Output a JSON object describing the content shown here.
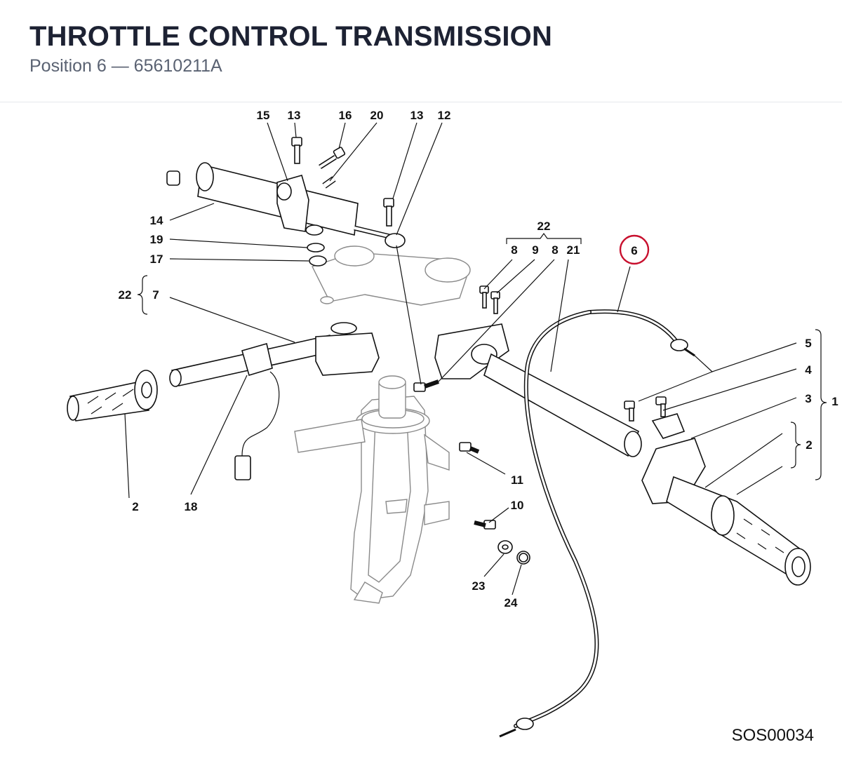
{
  "header": {
    "title": "THROTTLE CONTROL TRANSMISSION",
    "subtitle": "Position 6 — 65610211A"
  },
  "diagram": {
    "highlight_color": "#c8102e",
    "highlighted_position": "6",
    "drawing_code": "SOS00034",
    "callouts": {
      "c15": "15",
      "c13a": "13",
      "c16": "16",
      "c20": "20",
      "c13b": "13",
      "c12": "12",
      "c14": "14",
      "c19": "19",
      "c17": "17",
      "c22a": "22",
      "c7": "7",
      "c22b": "22",
      "c8a": "8",
      "c9": "9",
      "c8b": "8",
      "c21": "21",
      "c6": "6",
      "c5": "5",
      "c4": "4",
      "c3": "3",
      "c1": "1",
      "c2a": "2",
      "c11": "11",
      "c10": "10",
      "c23": "23",
      "c24": "24",
      "c2b": "2",
      "c18": "18"
    }
  }
}
